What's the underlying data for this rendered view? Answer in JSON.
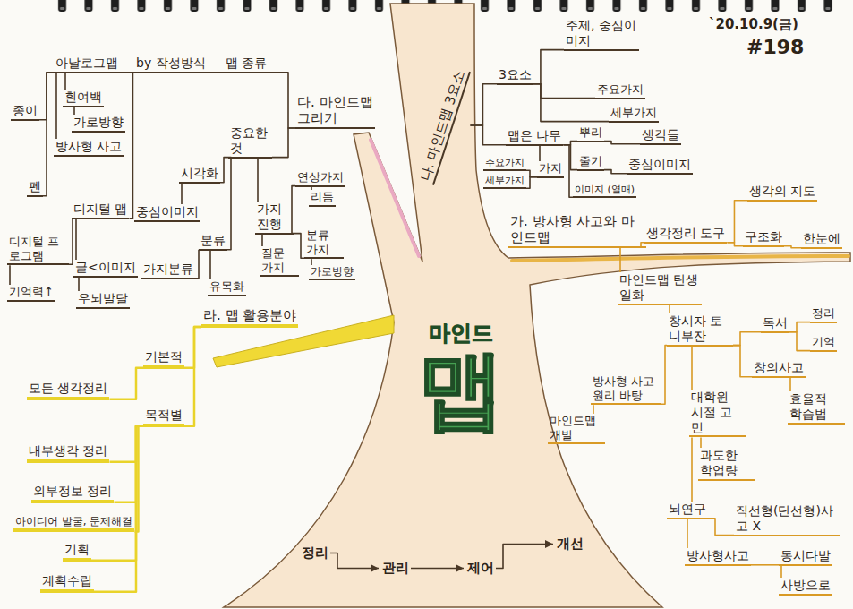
{
  "diagram": {
    "nodes": [
      {
        "text": [
          "마인드",
          "맵"
        ]
      },
      {
        "text": [
          "가. 방사형 사고와 마인드맵"
        ]
      },
      {
        "text": [
          "생각정리 도구"
        ]
      },
      {
        "text": [
          "생각의 지도"
        ]
      },
      {
        "text": [
          "구조화"
        ]
      },
      {
        "text": [
          "한눈에"
        ]
      },
      {
        "text": [
          "마인드맵 탄생일화"
        ]
      },
      {
        "text": [
          "창시자 토니부잔"
        ]
      },
      {
        "text": [
          "독서"
        ]
      },
      {
        "text": [
          "정리"
        ]
      },
      {
        "text": [
          "기억"
        ]
      },
      {
        "text": [
          "창의사고"
        ]
      },
      {
        "text": [
          "효율적 학습법"
        ]
      },
      {
        "text": [
          "대학원 시절 고민"
        ]
      },
      {
        "text": [
          "과도한 학업량"
        ]
      },
      {
        "text": [
          "뇌연구"
        ]
      },
      {
        "text": [
          "직선형(단선형)사고 X"
        ]
      },
      {
        "text": [
          "방사형사고"
        ]
      },
      {
        "text": [
          "동시다발"
        ]
      },
      {
        "text": [
          "사방으로"
        ]
      },
      {
        "text": [
          "방사형 사고 원리 바탕"
        ]
      },
      {
        "text": [
          "마인드맵 개발"
        ]
      },
      {
        "text": [
          "나. 마인드맵 3요소"
        ]
      },
      {
        "text": [
          "3요소"
        ]
      },
      {
        "text": [
          "주제, 중심이미지"
        ]
      },
      {
        "text": [
          "주요가지"
        ]
      },
      {
        "text": [
          "세부가지"
        ]
      },
      {
        "text": [
          "맵은 나무"
        ]
      },
      {
        "text": [
          "뿌리"
        ]
      },
      {
        "text": [
          "생각들"
        ]
      },
      {
        "text": [
          "줄기"
        ]
      },
      {
        "text": [
          "중심이미지"
        ]
      },
      {
        "text": [
          "가지"
        ]
      },
      {
        "text": [
          "주요가지"
        ]
      },
      {
        "text": [
          "세부가지"
        ]
      },
      {
        "text": [
          "이미지 (열매)"
        ]
      },
      {
        "text": [
          "다. 마인드맵 그리기"
        ]
      },
      {
        "text": [
          "맵 종류"
        ]
      },
      {
        "text": [
          "by 작성방식"
        ]
      },
      {
        "text": [
          "아날로그맵"
        ]
      },
      {
        "text": [
          "종이"
        ]
      },
      {
        "text": [
          "흰여백"
        ]
      },
      {
        "text": [
          "가로방향"
        ]
      },
      {
        "text": [
          "방사형 사고"
        ]
      },
      {
        "text": [
          "펜"
        ]
      },
      {
        "text": [
          "디지털 맵"
        ]
      },
      {
        "text": [
          "디지털 프로그램"
        ]
      },
      {
        "text": [
          "기억력↑"
        ]
      },
      {
        "text": [
          "글<이미지"
        ]
      },
      {
        "text": [
          "우뇌발달"
        ]
      },
      {
        "text": [
          "중요한 것"
        ]
      },
      {
        "text": [
          "시각화"
        ]
      },
      {
        "text": [
          "중심이미지"
        ]
      },
      {
        "text": [
          "분류"
        ]
      },
      {
        "text": [
          "가지분류"
        ]
      },
      {
        "text": [
          "유목화"
        ]
      },
      {
        "text": [
          "가지 진행"
        ]
      },
      {
        "text": [
          "연상가지"
        ]
      },
      {
        "text": [
          "리듬"
        ]
      },
      {
        "text": [
          "질문 가지"
        ]
      },
      {
        "text": [
          "분류 가지"
        ]
      },
      {
        "text": [
          "가로방향"
        ]
      },
      {
        "text": [
          "라. 맵 활용분야"
        ]
      },
      {
        "text": [
          "기본적"
        ]
      },
      {
        "text": [
          "모든 생각정리"
        ]
      },
      {
        "text": [
          "목적별"
        ]
      },
      {
        "text": [
          "내부생각 정리"
        ]
      },
      {
        "text": [
          "외부정보 정리"
        ]
      },
      {
        "text": [
          "아이디어 발굴, 문제해결"
        ]
      },
      {
        "text": [
          "기획"
        ]
      },
      {
        "text": [
          "계획수립"
        ]
      },
      {
        "text": [
          "정리"
        ]
      },
      {
        "text": [
          "관리"
        ]
      },
      {
        "text": [
          "제어"
        ]
      },
      {
        "text": [
          "개선"
        ]
      }
    ],
    "edges": [
      {
        "from": 1,
        "to": 2,
        "arrow": "none"
      },
      {
        "from": 2,
        "to": 3,
        "arrow": "none"
      },
      {
        "from": 2,
        "to": 4,
        "arrow": "none"
      },
      {
        "from": 4,
        "to": 5,
        "arrow": "none"
      },
      {
        "from": 1,
        "to": 6,
        "arrow": "none"
      },
      {
        "from": 6,
        "to": 7,
        "arrow": "none"
      },
      {
        "from": 7,
        "to": 8,
        "arrow": "none"
      },
      {
        "from": 8,
        "to": 9,
        "arrow": "none"
      },
      {
        "from": 8,
        "to": 10,
        "arrow": "none"
      },
      {
        "from": 7,
        "to": 11,
        "arrow": "none"
      },
      {
        "from": 11,
        "to": 12,
        "arrow": "none"
      },
      {
        "from": 7,
        "to": 13,
        "arrow": "none"
      },
      {
        "from": 13,
        "to": 14,
        "arrow": "none"
      },
      {
        "from": 13,
        "to": 15,
        "arrow": "none"
      },
      {
        "from": 15,
        "to": 16,
        "arrow": "none"
      },
      {
        "from": 15,
        "to": 17,
        "arrow": "none"
      },
      {
        "from": 17,
        "to": 18,
        "arrow": "none"
      },
      {
        "from": 18,
        "to": 19,
        "arrow": "none"
      },
      {
        "from": 7,
        "to": 20,
        "arrow": "none"
      },
      {
        "from": 20,
        "to": 21,
        "arrow": "none"
      },
      {
        "from": 22,
        "to": 23,
        "arrow": "none"
      },
      {
        "from": 23,
        "to": 24,
        "arrow": "none"
      },
      {
        "from": 23,
        "to": 25,
        "arrow": "none"
      },
      {
        "from": 23,
        "to": 26,
        "arrow": "none"
      },
      {
        "from": 22,
        "to": 27,
        "arrow": "none"
      },
      {
        "from": 27,
        "to": 28,
        "arrow": "none"
      },
      {
        "from": 28,
        "to": 29,
        "arrow": "none"
      },
      {
        "from": 27,
        "to": 30,
        "arrow": "none"
      },
      {
        "from": 30,
        "to": 31,
        "arrow": "none"
      },
      {
        "from": 27,
        "to": 32,
        "arrow": "none"
      },
      {
        "from": 32,
        "to": 33,
        "arrow": "none"
      },
      {
        "from": 32,
        "to": 34,
        "arrow": "none"
      },
      {
        "from": 27,
        "to": 35,
        "arrow": "none"
      },
      {
        "from": 36,
        "to": 37,
        "arrow": "none"
      },
      {
        "from": 37,
        "to": 38,
        "arrow": "none"
      },
      {
        "from": 38,
        "to": 39,
        "arrow": "none"
      },
      {
        "from": 38,
        "to": 45,
        "arrow": "none"
      },
      {
        "from": 39,
        "to": 40,
        "arrow": "none"
      },
      {
        "from": 39,
        "to": 41,
        "arrow": "none"
      },
      {
        "from": 41,
        "to": 42,
        "arrow": "none"
      },
      {
        "from": 39,
        "to": 43,
        "arrow": "none"
      },
      {
        "from": 39,
        "to": 44,
        "arrow": "none"
      },
      {
        "from": 45,
        "to": 46,
        "arrow": "none"
      },
      {
        "from": 46,
        "to": 47,
        "arrow": "none"
      },
      {
        "from": 45,
        "to": 48,
        "arrow": "none"
      },
      {
        "from": 48,
        "to": 49,
        "arrow": "none"
      },
      {
        "from": 36,
        "to": 50,
        "arrow": "none"
      },
      {
        "from": 50,
        "to": 51,
        "arrow": "none"
      },
      {
        "from": 51,
        "to": 52,
        "arrow": "none"
      },
      {
        "from": 50,
        "to": 53,
        "arrow": "none"
      },
      {
        "from": 53,
        "to": 54,
        "arrow": "none"
      },
      {
        "from": 53,
        "to": 55,
        "arrow": "none"
      },
      {
        "from": 50,
        "to": 56,
        "arrow": "none"
      },
      {
        "from": 56,
        "to": 57,
        "arrow": "none"
      },
      {
        "from": 57,
        "to": 58,
        "arrow": "none"
      },
      {
        "from": 56,
        "to": 59,
        "arrow": "none"
      },
      {
        "from": 56,
        "to": 60,
        "arrow": "none"
      },
      {
        "from": 60,
        "to": 61,
        "arrow": "none"
      },
      {
        "from": 62,
        "to": 63,
        "arrow": "none"
      },
      {
        "from": 63,
        "to": 64,
        "arrow": "none"
      },
      {
        "from": 62,
        "to": 65,
        "arrow": "none"
      },
      {
        "from": 65,
        "to": 66,
        "arrow": "none"
      },
      {
        "from": 65,
        "to": 67,
        "arrow": "none"
      },
      {
        "from": 65,
        "to": 68,
        "arrow": "none"
      },
      {
        "from": 65,
        "to": 69,
        "arrow": "none"
      },
      {
        "from": 65,
        "to": 70,
        "arrow": "none"
      },
      {
        "from": 71,
        "to": 72,
        "arrow": "to"
      },
      {
        "from": 72,
        "to": 73,
        "arrow": "to"
      },
      {
        "from": 73,
        "to": 74,
        "arrow": "to"
      }
    ],
    "labels": [
      "`20.10.9(금)",
      "#198"
    ]
  }
}
